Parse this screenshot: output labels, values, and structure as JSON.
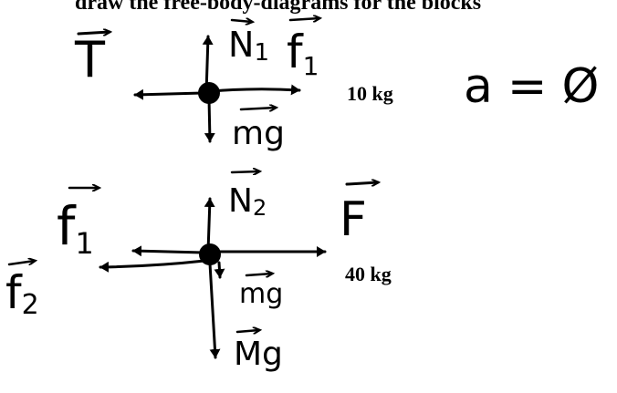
{
  "instruction": "draw the free-body-diagrams for the blocks",
  "acceleration": {
    "symbol": "a",
    "equals": "=",
    "value": "Ø"
  },
  "block_top": {
    "mass_label": "10 kg",
    "forces": {
      "tension": "T",
      "normal": "N",
      "normal_sub": "1",
      "friction": "f",
      "friction_sub": "1",
      "weight": "mg"
    }
  },
  "block_bottom": {
    "mass_label": "40 kg",
    "forces": {
      "normal": "N",
      "normal_sub": "2",
      "applied": "F",
      "friction_1": "f",
      "friction_1_sub": "1",
      "friction_2": "f",
      "friction_2_sub": "2",
      "weight_small": "mg",
      "weight_large": "Mg"
    }
  },
  "colors": {
    "ink": "#000000",
    "background": "#ffffff"
  }
}
